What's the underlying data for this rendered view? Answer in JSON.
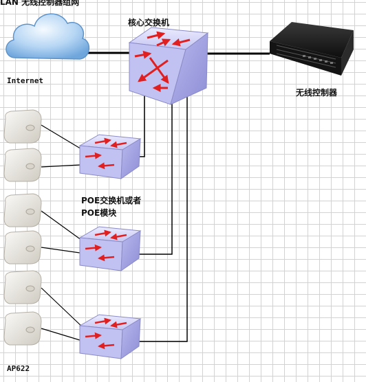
{
  "top_fragment": "LAN 无线控制器组网",
  "labels": {
    "core_switch": "核心交换机",
    "internet": "Internet",
    "wireless_controller": "无线控制器",
    "poe_line1": "POE交换机或者",
    "poe_line2": "POE模块",
    "ap_model": "AP622"
  },
  "colors": {
    "switch_body": "#c8c8f4",
    "switch_front": "#a8a8e8",
    "arrow": "#e02020",
    "line": "#000000",
    "grid": "#d2d2d2",
    "cloud": "#7fb4e6",
    "controller": "#1d1d1d",
    "ap": "#e7e4de"
  }
}
